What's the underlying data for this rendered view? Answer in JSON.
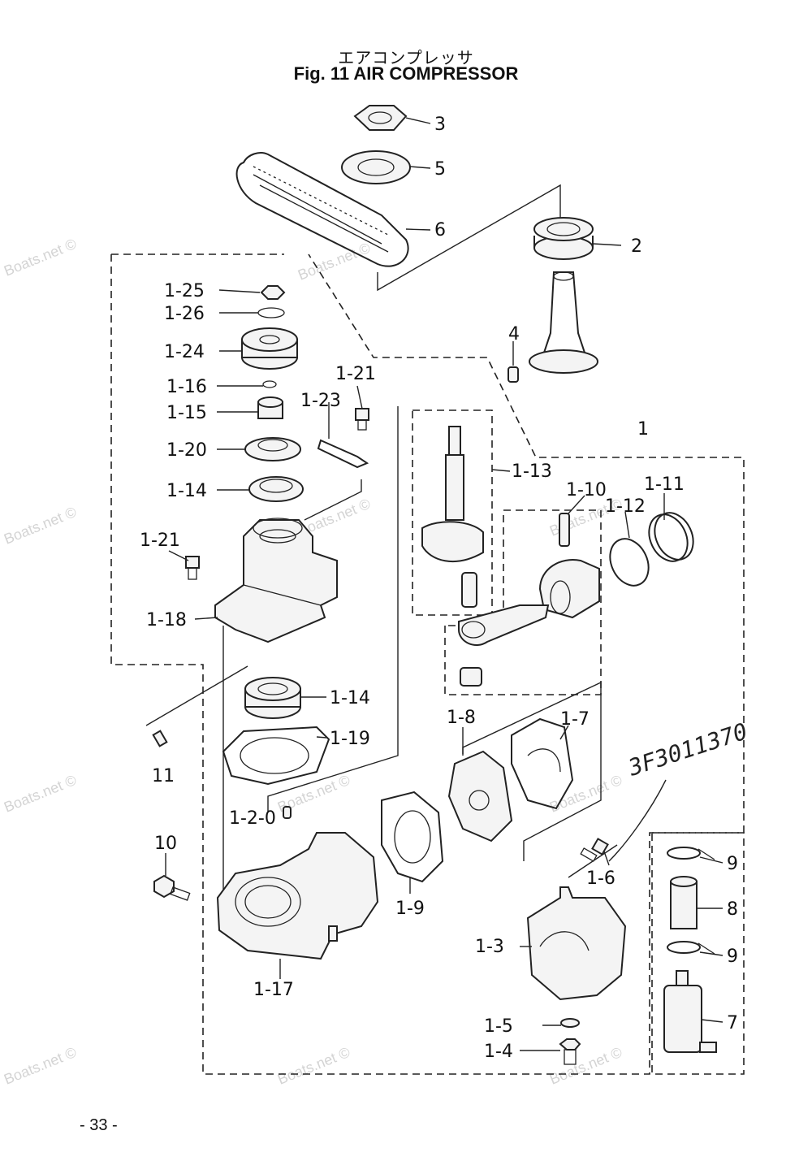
{
  "header": {
    "title_jp": "エアコンプレッサ",
    "title_en": "Fig. 11   AIR COMPRESSOR"
  },
  "footer": {
    "page_number": "- 33 -"
  },
  "handwritten_note": "3F3011370",
  "watermarks": [
    "Boats.net ©",
    "Boats.net ©",
    "Boats.net ©",
    "Boats.net ©",
    "Boats.net ©",
    "Boats.net ©",
    "Boats.net ©",
    "Boats.net ©",
    "Boats.net ©",
    "Boats.net ©",
    "Boats.net ©"
  ],
  "callouts": [
    "3",
    "5",
    "6",
    "2",
    "4",
    "1",
    "1-25",
    "1-26",
    "1-24",
    "1-16",
    "1-15",
    "1-20",
    "1-14",
    "1-21",
    "1-23",
    "1-21",
    "1-13",
    "1-10",
    "1-12",
    "1-11",
    "1-18",
    "1-14",
    "1-19",
    "11",
    "1-8",
    "1-7",
    "1-2-0",
    "10",
    "1-9",
    "1-6",
    "1-3",
    "1-17",
    "1-5",
    "1-4",
    "9",
    "8",
    "9",
    "7"
  ]
}
